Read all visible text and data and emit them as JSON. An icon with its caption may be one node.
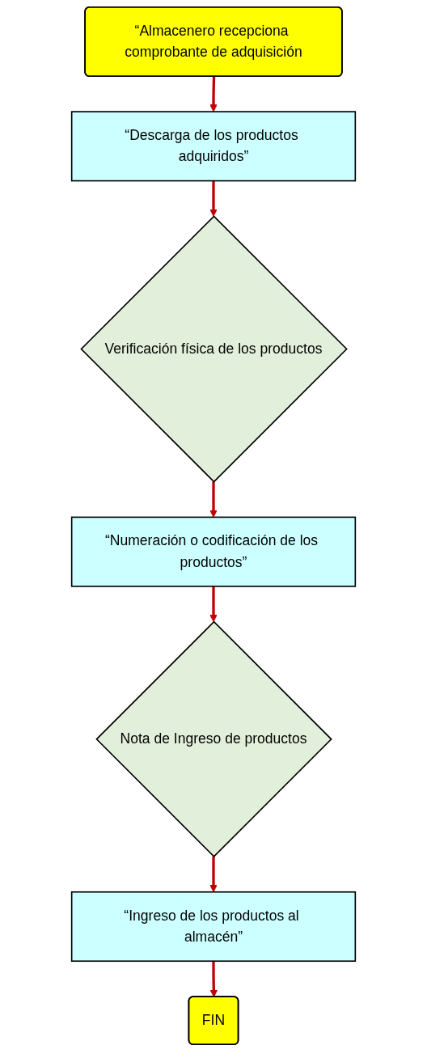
{
  "diagram": {
    "nodes": [
      {
        "text": [
          "“Almacenero recepciona comprobante de adquisición"
        ]
      },
      {
        "text": [
          "“Descarga de los productos adquiridos”"
        ]
      },
      {
        "text": [
          "Verificación física de los productos"
        ]
      },
      {
        "text": [
          "“Numeración o codificación de los productos”"
        ]
      },
      {
        "text": [
          "Nota de Ingreso de productos"
        ]
      },
      {
        "text": [
          "“Ingreso de los productos al almacén”"
        ]
      },
      {
        "text": [
          "FIN"
        ]
      }
    ],
    "edges": [
      {
        "from": 0,
        "to": 1,
        "arrow": "to"
      },
      {
        "from": 1,
        "to": 2,
        "arrow": "to"
      },
      {
        "from": 2,
        "to": 3,
        "arrow": "to"
      },
      {
        "from": 3,
        "to": 4,
        "arrow": "to"
      },
      {
        "from": 4,
        "to": 5,
        "arrow": "to"
      },
      {
        "from": 5,
        "to": 6,
        "arrow": "to"
      }
    ]
  }
}
